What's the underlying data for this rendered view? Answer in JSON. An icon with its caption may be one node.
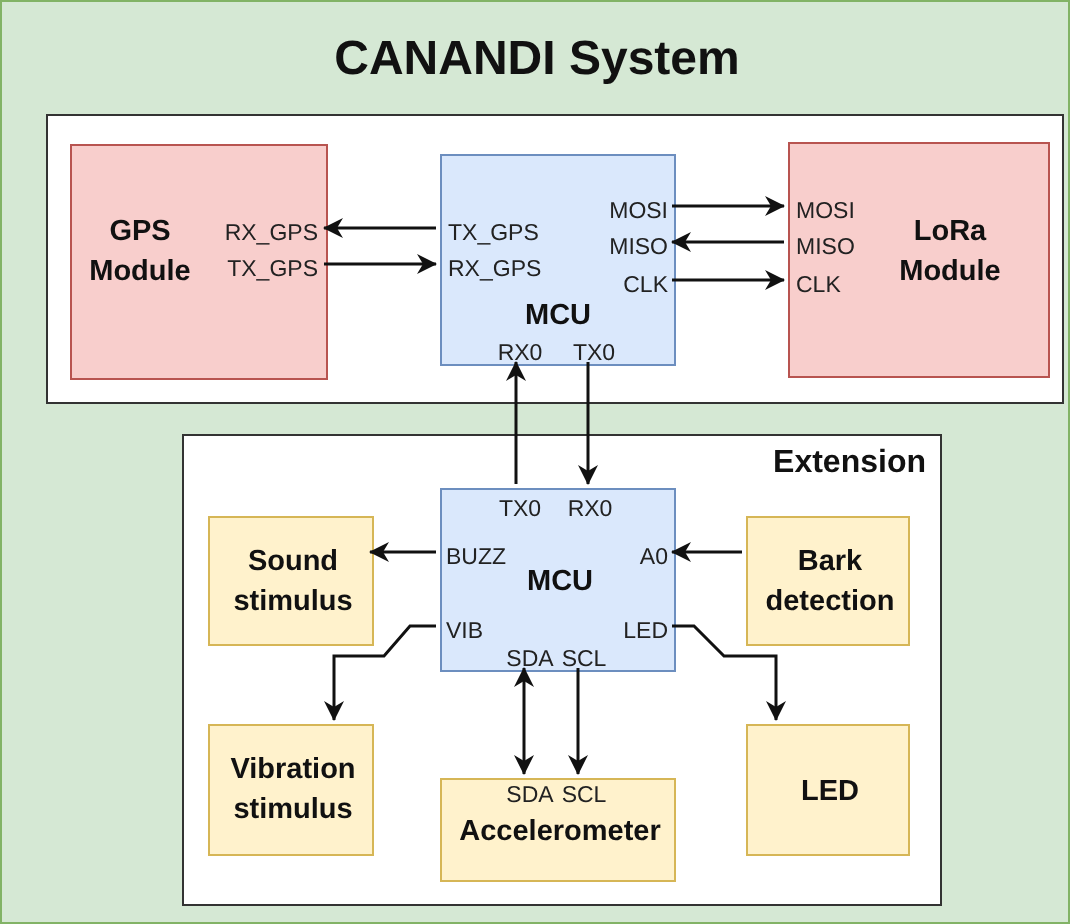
{
  "diagram": {
    "nodes": [
      {
        "text": [
          "CANANDI System"
        ]
      },
      {
        "text": [],
        "shape": "box",
        "in": 0
      },
      {
        "text": [
          "GPS Module",
          "RX_GPS",
          "TX_GPS"
        ],
        "in": 1
      },
      {
        "text": [
          "TX_GPS",
          "RX_GPS",
          "MOSI",
          "MISO",
          "CLK",
          "MCU",
          "RX0",
          "TX0"
        ],
        "in": 1
      },
      {
        "text": [
          "MOSI",
          "MISO",
          "CLK",
          "LoRa Module"
        ],
        "in": 1
      },
      {
        "text": [
          "Extension"
        ],
        "in": 0
      },
      {
        "text": [
          "TX0",
          "RX0",
          "BUZZ",
          "MCU",
          "A0",
          "VIB",
          "LED",
          "SDA",
          "SCL"
        ],
        "in": 5
      },
      {
        "text": [
          "Sound stimulus"
        ],
        "in": 5
      },
      {
        "text": [
          "Bark detection"
        ],
        "in": 5
      },
      {
        "text": [
          "Vibration stimulus"
        ],
        "in": 5
      },
      {
        "text": [
          "SDA",
          "SCL",
          "Accelerometer"
        ],
        "in": 5
      },
      {
        "text": [
          "LED"
        ],
        "in": 5
      }
    ],
    "edges": [
      {
        "from": 3,
        "to": 2,
        "arrow": "to"
      },
      {
        "from": 2,
        "to": 3,
        "arrow": "to"
      },
      {
        "from": 3,
        "to": 4,
        "arrow": "to"
      },
      {
        "from": 4,
        "to": 3,
        "arrow": "to"
      },
      {
        "from": 3,
        "to": 4,
        "arrow": "to"
      },
      {
        "from": 6,
        "to": 3,
        "arrow": "to"
      },
      {
        "from": 3,
        "to": 6,
        "arrow": "to"
      },
      {
        "from": 6,
        "to": 7,
        "arrow": "to"
      },
      {
        "from": 8,
        "to": 6,
        "arrow": "to"
      },
      {
        "from": 6,
        "to": 9,
        "arrow": "to"
      },
      {
        "from": 6,
        "to": 10,
        "arrow": "both"
      },
      {
        "from": 6,
        "to": 10,
        "arrow": "to"
      },
      {
        "from": 6,
        "to": 11,
        "arrow": "to"
      }
    ]
  }
}
